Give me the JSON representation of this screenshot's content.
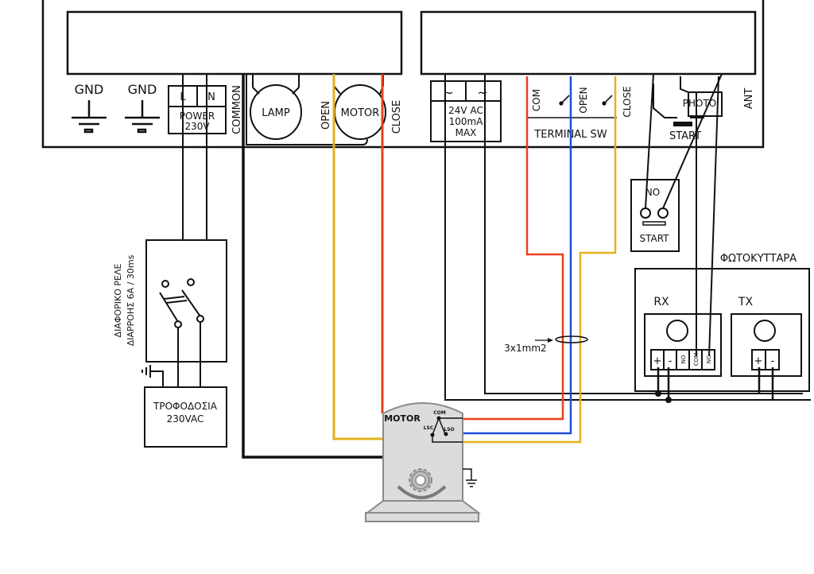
{
  "colors": {
    "wire_black": "#111111",
    "wire_red": "#e8401c",
    "wire_blue": "#1f4fd8",
    "wire_yellow": "#e3b21b",
    "motor_fill": "#dcdcdc",
    "motor_stroke": "#8a8a8a"
  },
  "control_board": {
    "gnd1": "GND",
    "gnd2": "GND",
    "power_l": "L",
    "power_n": "N",
    "power_label_1": "POWER",
    "power_label_2": "230V",
    "common": "COMMON",
    "lamp": "LAMP",
    "open": "OPEN",
    "motor": "MOTOR",
    "close": "CLOSE",
    "ac_symbol": "~",
    "accessory_1": "24V AC",
    "accessory_2": "100mA",
    "accessory_3": "MAX",
    "terminal_com": "COM",
    "terminal_open": "OPEN",
    "terminal_close": "CLOSE",
    "terminal_sw": "TERMINAL SW",
    "photo": "PHOTO",
    "start": "START",
    "ant": "ANT"
  },
  "start_button": {
    "no": "NO",
    "label": "START"
  },
  "photocells": {
    "title": "ΦΩΤΟΚΥΤΤΑΡΑ",
    "rx": "RX",
    "tx": "TX",
    "rx_terminals": [
      "+",
      "-",
      "NO",
      "COM",
      "NC"
    ],
    "tx_terminals": [
      "+",
      "-"
    ]
  },
  "rcd": {
    "line1": "ΔΙΑΦΟΡΙΚΟ ΡΕΛΕ",
    "line2": "ΔΙΑΡΡΟΗΣ 6A / 30ms"
  },
  "supply": {
    "line1": "ΤΡΟΦΟΔΟΣΙΑ",
    "line2": "230VAC"
  },
  "cable_label": "3x1mm2",
  "motor_unit": {
    "title": "MOTOR",
    "com": "COM",
    "lsc": "LSC",
    "lso": "LSO"
  }
}
